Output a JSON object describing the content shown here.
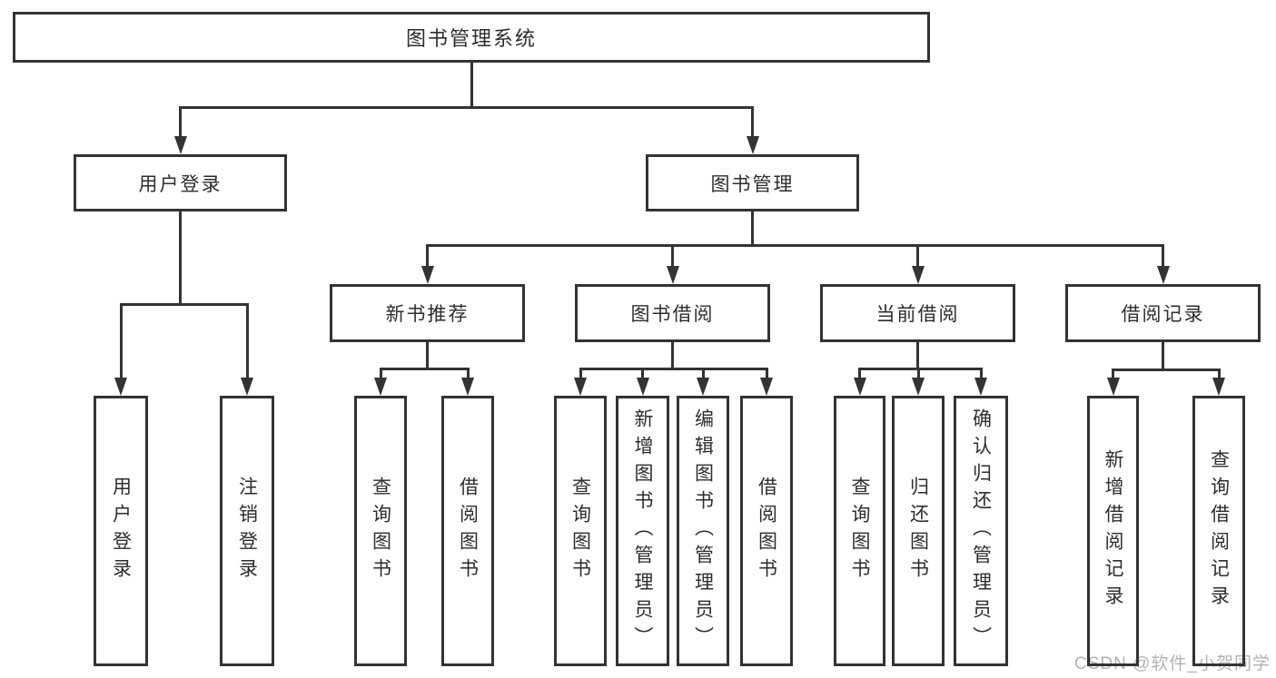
{
  "diagram": {
    "title": "图书管理系统",
    "watermark": "CSDN @软件_小贺同学",
    "colors": {
      "line": "#333333",
      "box_border": "#333333",
      "box_fill": "#ffffff",
      "text": "#2d2d2d",
      "watermark": "#b2b2b2"
    },
    "nodes": [
      {
        "id": "root",
        "label": "图书管理系统",
        "parent": null,
        "text_direction": "horizontal"
      },
      {
        "id": "user-login",
        "label": "用户登录",
        "parent": "root",
        "text_direction": "horizontal"
      },
      {
        "id": "book-mgmt",
        "label": "图书管理",
        "parent": "root",
        "text_direction": "horizontal"
      },
      {
        "id": "new-book-rec",
        "label": "新书推荐",
        "parent": "book-mgmt",
        "text_direction": "horizontal"
      },
      {
        "id": "book-borrow",
        "label": "图书借阅",
        "parent": "book-mgmt",
        "text_direction": "horizontal"
      },
      {
        "id": "current-borrow",
        "label": "当前借阅",
        "parent": "book-mgmt",
        "text_direction": "horizontal"
      },
      {
        "id": "borrow-records",
        "label": "借阅记录",
        "parent": "book-mgmt",
        "text_direction": "horizontal"
      },
      {
        "id": "user-login-leaf",
        "label": "用户登录",
        "parent": "user-login",
        "text_direction": "vertical"
      },
      {
        "id": "logout-leaf",
        "label": "注销登录",
        "parent": "user-login",
        "text_direction": "vertical"
      },
      {
        "id": "rec-query-book",
        "label": "查询图书",
        "parent": "new-book-rec",
        "text_direction": "vertical"
      },
      {
        "id": "rec-borrow-book",
        "label": "借阅图书",
        "parent": "new-book-rec",
        "text_direction": "vertical"
      },
      {
        "id": "bb-query-book",
        "label": "查询图书",
        "parent": "book-borrow",
        "text_direction": "vertical"
      },
      {
        "id": "bb-add-book",
        "label": "新增图书（管理员）",
        "parent": "book-borrow",
        "text_direction": "vertical"
      },
      {
        "id": "bb-edit-book",
        "label": "编辑图书（管理员）",
        "parent": "book-borrow",
        "text_direction": "vertical"
      },
      {
        "id": "bb-borrow-book",
        "label": "借阅图书",
        "parent": "book-borrow",
        "text_direction": "vertical"
      },
      {
        "id": "cb-query-book",
        "label": "查询图书",
        "parent": "current-borrow",
        "text_direction": "vertical"
      },
      {
        "id": "cb-return-book",
        "label": "归还图书",
        "parent": "current-borrow",
        "text_direction": "vertical"
      },
      {
        "id": "cb-confirm-return",
        "label": "确认归还（管理员）",
        "parent": "current-borrow",
        "text_direction": "vertical"
      },
      {
        "id": "br-add-record",
        "label": "新增借阅记录",
        "parent": "borrow-records",
        "text_direction": "vertical"
      },
      {
        "id": "br-query-record",
        "label": "查询借阅记录",
        "parent": "borrow-records",
        "text_direction": "vertical"
      }
    ]
  }
}
